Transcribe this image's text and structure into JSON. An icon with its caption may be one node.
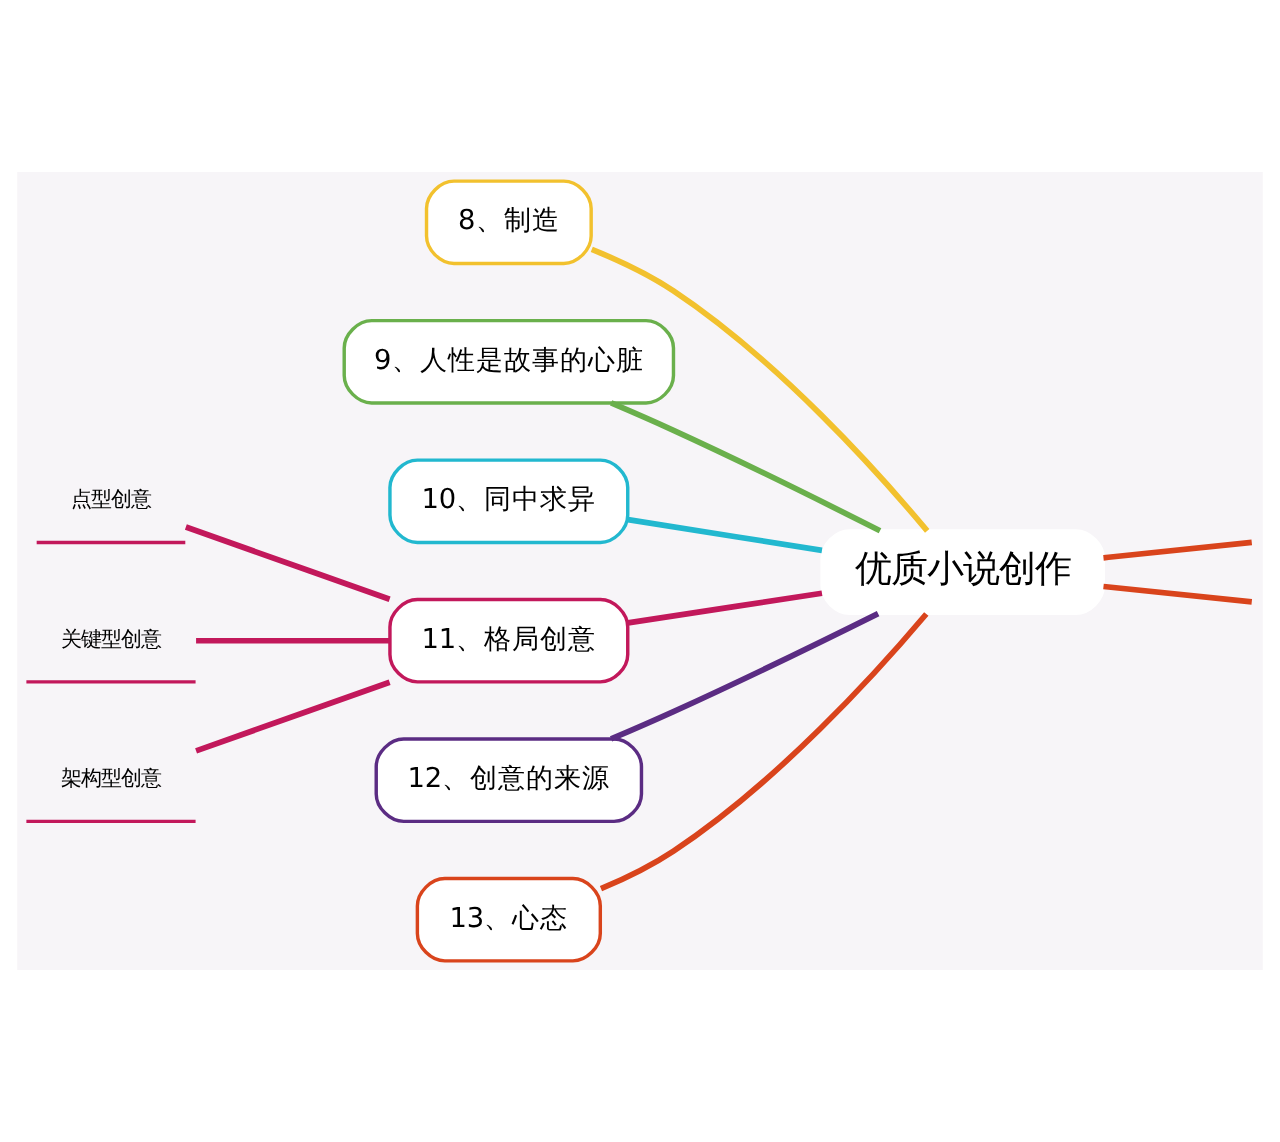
{
  "diagram": {
    "nodes": [
      {
        "text": [
          "优质小说创作"
        ]
      },
      {
        "text": [
          "8、制造"
        ]
      },
      {
        "text": [
          "9、人性是故事的心脏"
        ]
      },
      {
        "text": [
          "10、同中求异"
        ]
      },
      {
        "text": [
          "11、格局创意"
        ]
      },
      {
        "text": [
          "12、创意的来源"
        ]
      },
      {
        "text": [
          "13、心态"
        ]
      },
      {
        "text": [
          "点型创意"
        ]
      },
      {
        "text": [
          "关键型创意"
        ]
      },
      {
        "text": [
          "架构型创意"
        ]
      }
    ],
    "edges": [
      {
        "from": 0,
        "to": 1,
        "arrow": "none",
        "color": "#f2c12e"
      },
      {
        "from": 0,
        "to": 2,
        "arrow": "none",
        "color": "#6ab04c"
      },
      {
        "from": 0,
        "to": 3,
        "arrow": "none",
        "color": "#22b8cf"
      },
      {
        "from": 0,
        "to": 4,
        "arrow": "none",
        "color": "#c2185b"
      },
      {
        "from": 0,
        "to": 5,
        "arrow": "none",
        "color": "#5b2c83"
      },
      {
        "from": 0,
        "to": 6,
        "arrow": "none",
        "color": "#d9441c"
      },
      {
        "from": 4,
        "to": 7,
        "arrow": "none",
        "color": "#c2185b"
      },
      {
        "from": 4,
        "to": 8,
        "arrow": "none",
        "color": "#c2185b"
      },
      {
        "from": 4,
        "to": 9,
        "arrow": "none",
        "color": "#c2185b"
      },
      {
        "from": 0,
        "to": null,
        "arrow": "none",
        "color": "#d9441c"
      },
      {
        "from": 0,
        "to": null,
        "arrow": "none",
        "color": "#d9441c"
      }
    ]
  }
}
